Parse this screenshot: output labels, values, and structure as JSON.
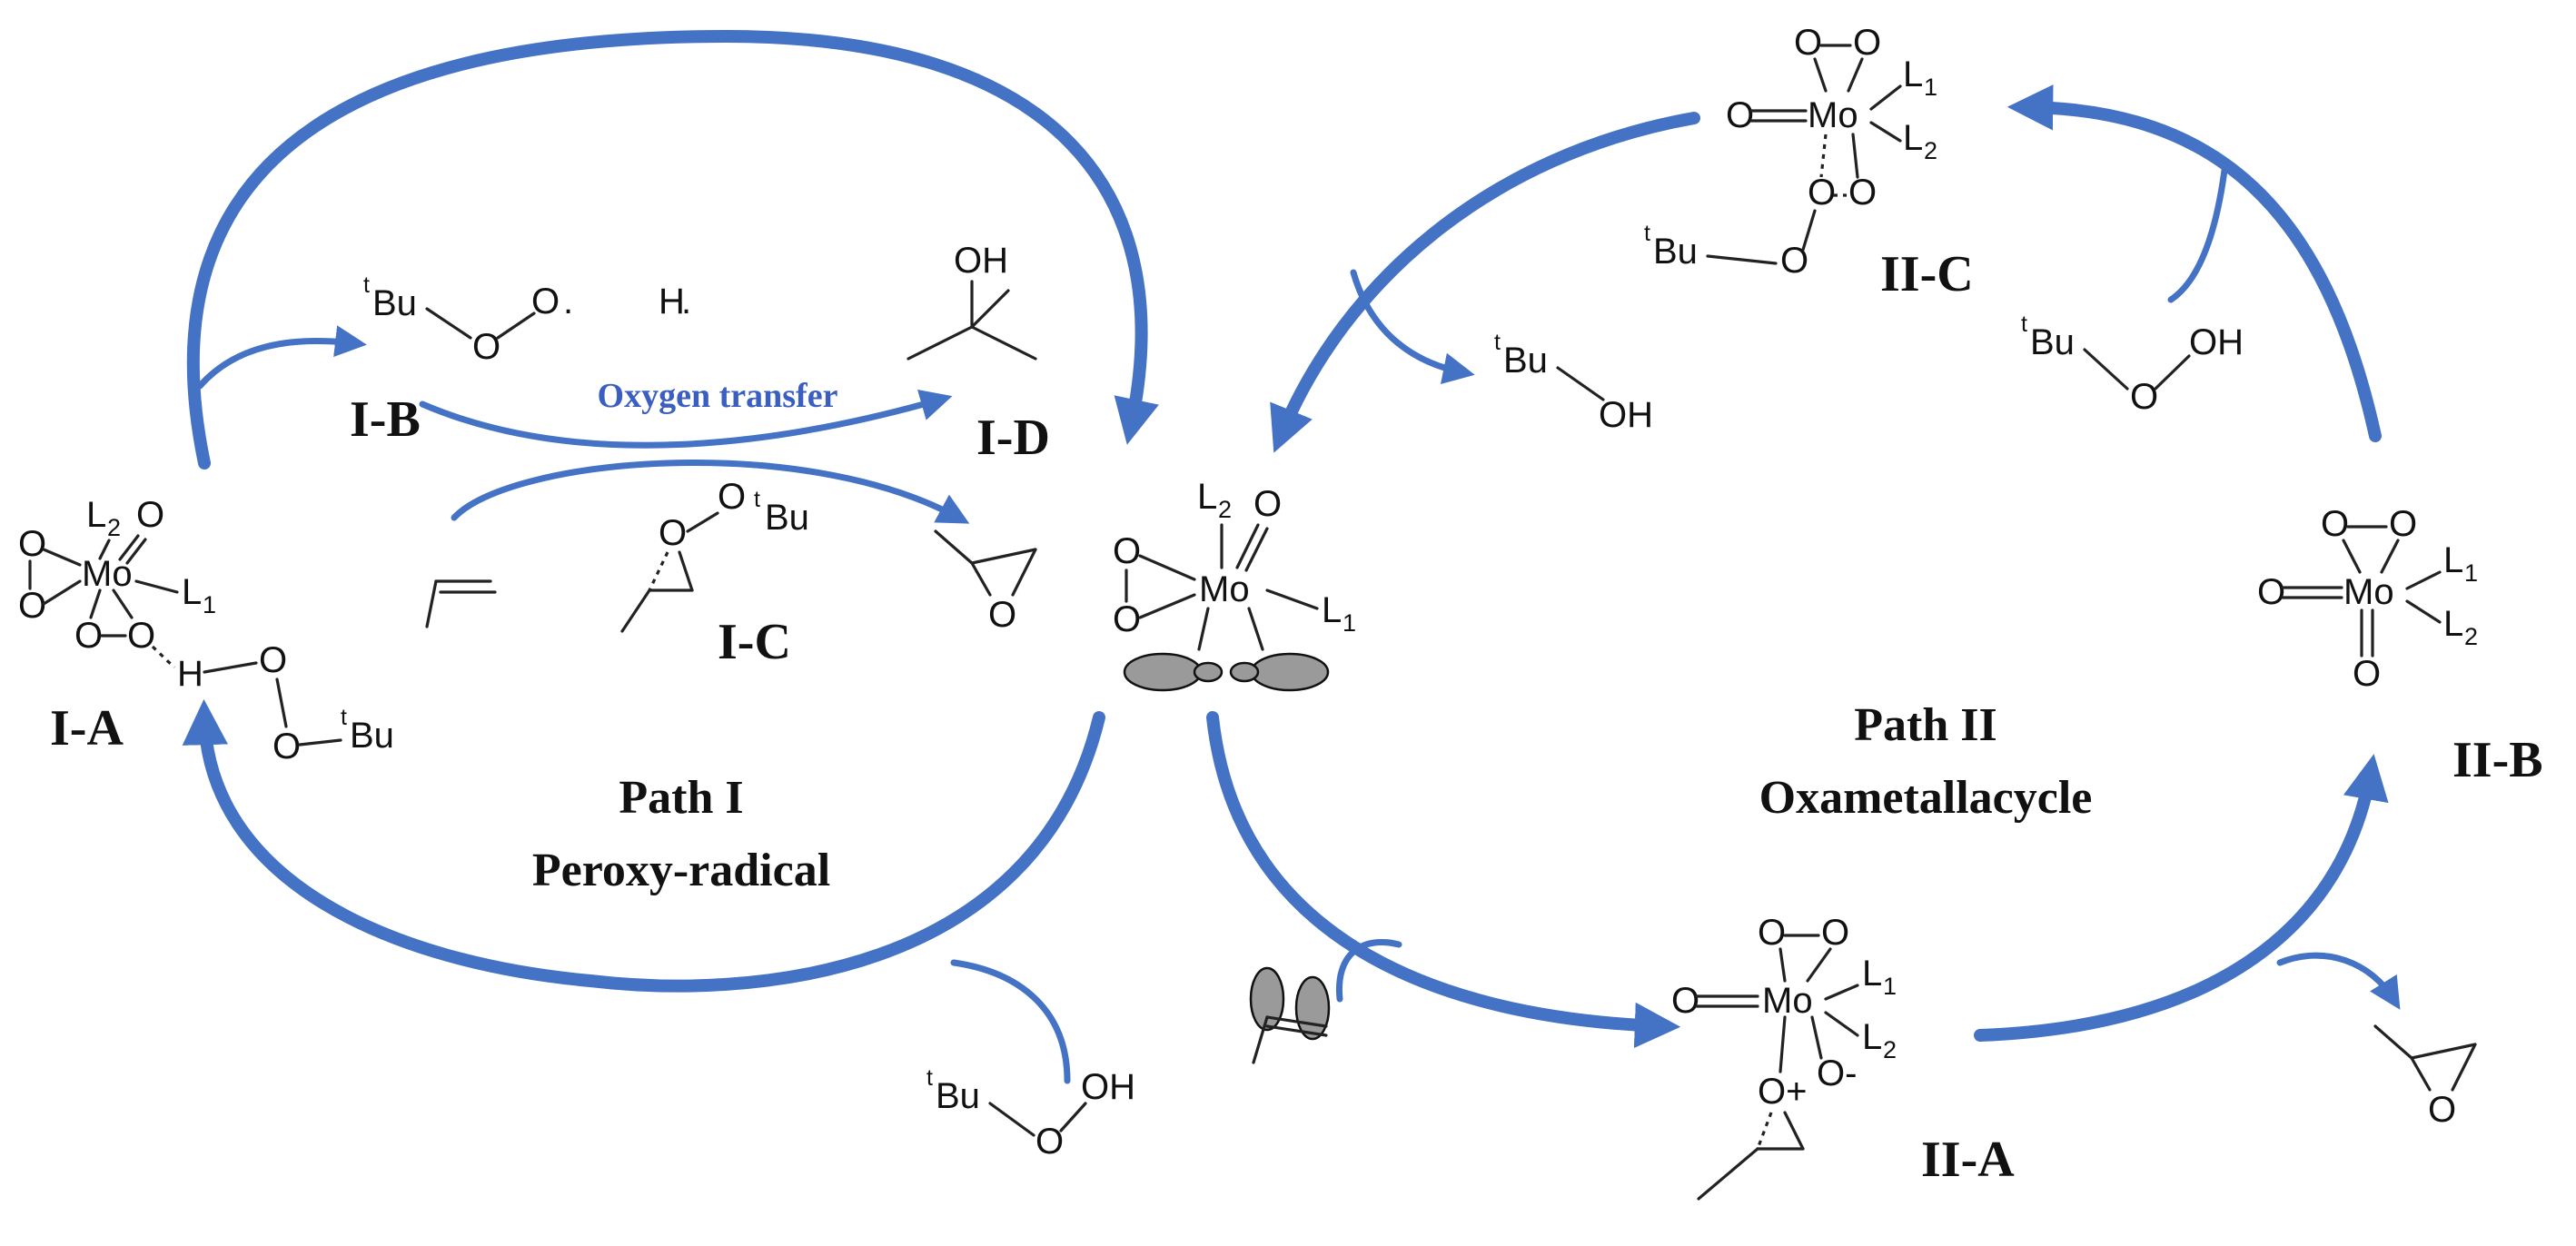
{
  "colors": {
    "arrow": "#4472c4",
    "text": "#111111",
    "oxygen_transfer": "#3b5fc0"
  },
  "labels": {
    "IA": "I-A",
    "IB": "I-B",
    "IC": "I-C",
    "ID": "I-D",
    "IIA": "II-A",
    "IIB": "II-B",
    "IIC": "II-C"
  },
  "path1": {
    "title": "Path I",
    "subtitle": "Peroxy-radical"
  },
  "path2": {
    "title": "Path II",
    "subtitle": "Oxametallacycle"
  },
  "oxygen_transfer": "Oxygen transfer",
  "atoms": {
    "Mo": "Mo",
    "O": "O",
    "L": "L",
    "one": "1",
    "two": "2",
    "t": "t",
    "Bu": "Bu",
    "OH": "OH",
    "H": "H",
    "O_plus": "O+",
    "O_minus": "O-",
    "dot": "."
  }
}
